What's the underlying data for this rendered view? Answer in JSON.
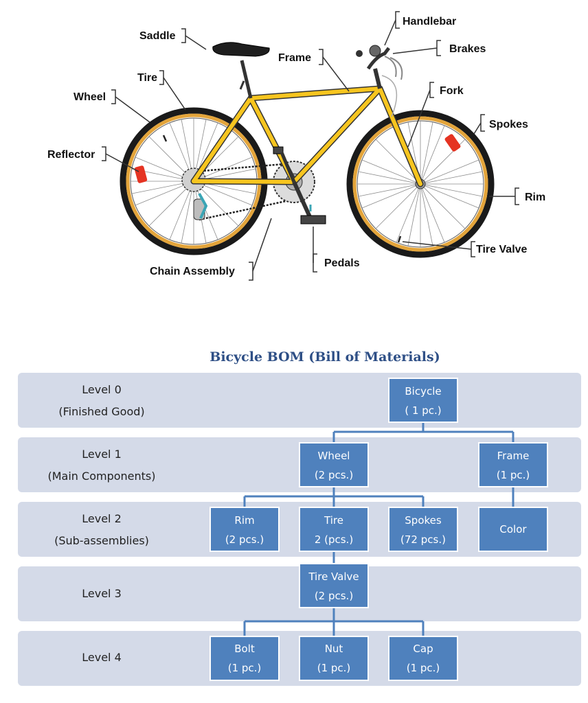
{
  "bike_labels": {
    "handlebar": "Handlebar",
    "saddle": "Saddle",
    "brakes": "Brakes",
    "frame": "Frame",
    "tire": "Tire",
    "fork": "Fork",
    "wheel": "Wheel",
    "spokes": "Spokes",
    "reflector": "Reflector",
    "rim": "Rim",
    "tire_valve": "Tire Valve",
    "pedals": "Pedals",
    "chain_assembly": "Chain Assembly"
  },
  "bom": {
    "title": "Bicycle BOM (Bill of Materials)",
    "levels": [
      {
        "name": "Level 0",
        "desc": "(Finished Good)"
      },
      {
        "name": "Level 1",
        "desc": "(Main Components)"
      },
      {
        "name": "Level 2",
        "desc": "(Sub-assemblies)"
      },
      {
        "name": "Level 3",
        "desc": ""
      },
      {
        "name": "Level 4",
        "desc": ""
      }
    ],
    "nodes": {
      "bicycle": {
        "name": "Bicycle",
        "qty": "( 1 pc.)"
      },
      "wheel": {
        "name": "Wheel",
        "qty": "(2 pcs.)"
      },
      "frame": {
        "name": "Frame",
        "qty": "(1 pc.)"
      },
      "rim": {
        "name": "Rim",
        "qty": "(2 pcs.)"
      },
      "tire": {
        "name": "Tire",
        "qty": "2 (pcs.)"
      },
      "spokes": {
        "name": "Spokes",
        "qty": "(72 pcs.)"
      },
      "color": {
        "name": "Color",
        "qty": ""
      },
      "tire_valve": {
        "name": "Tire Valve",
        "qty": "(2 pcs.)"
      },
      "bolt": {
        "name": "Bolt",
        "qty": "(1 pc.)"
      },
      "nut": {
        "name": "Nut",
        "qty": "(1 pc.)"
      },
      "cap": {
        "name": "Cap",
        "qty": "(1 pc.)"
      }
    }
  },
  "colors": {
    "band": "#d4dae8",
    "box": "#4f81bd",
    "connector": "#4f81bd",
    "bike_frame": "#f7c51f",
    "tire": "#1a1a1a",
    "rim": "#e3a43a",
    "reflector": "#e53322"
  }
}
